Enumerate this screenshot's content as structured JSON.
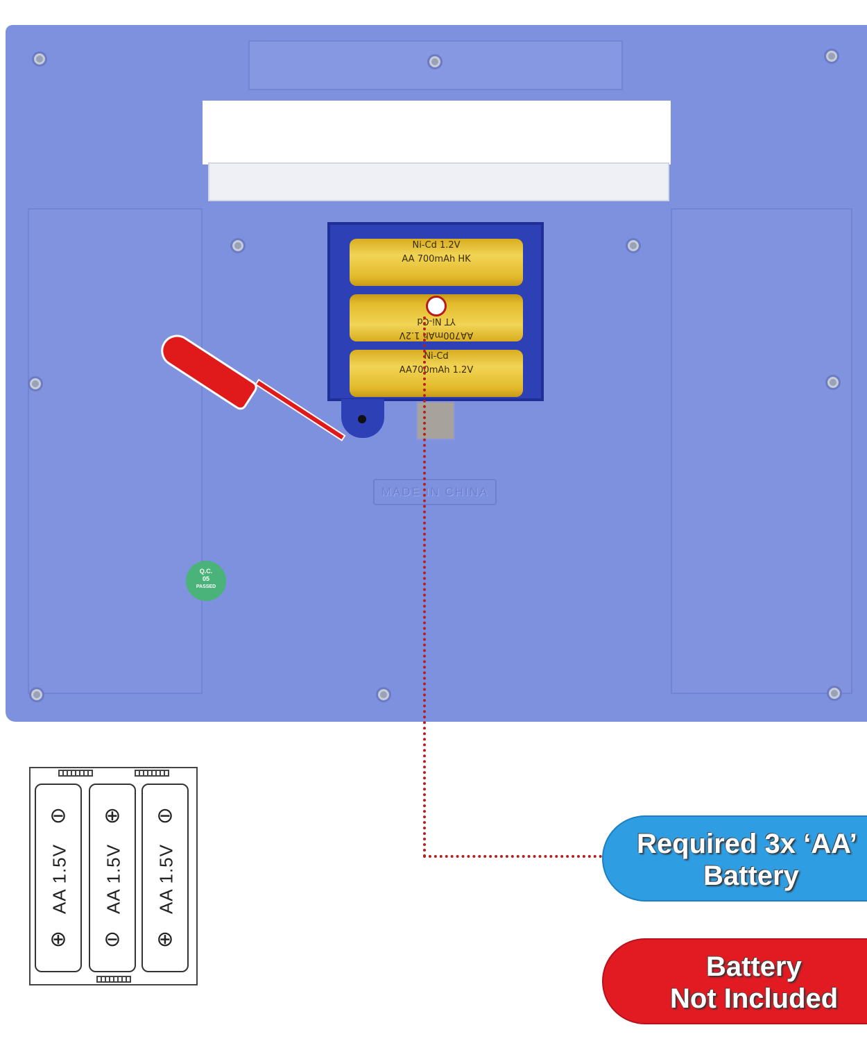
{
  "product": {
    "batteries_installed": [
      {
        "line1": "Ni-Cd 1.2V",
        "line2": "AA 700mAh HK"
      },
      {
        "line1": "AA700mAh 1.2V",
        "line2": "YT Ni-Cd"
      },
      {
        "line1": "Ni-Cd",
        "line2": "AA700mAh 1.2V"
      }
    ],
    "embossed_text": "MADE IN CHINA",
    "qc_sticker": {
      "line1": "Q.C.",
      "line2": "05",
      "line3": "PASSED"
    }
  },
  "diagram": {
    "cells": [
      {
        "label": "AA 1.5V",
        "top": "⊖",
        "bottom": "⊕"
      },
      {
        "label": "AA 1.5V",
        "top": "⊕",
        "bottom": "⊖"
      },
      {
        "label": "AA 1.5V",
        "top": "⊖",
        "bottom": "⊕"
      }
    ]
  },
  "callouts": {
    "required": {
      "line1": "Required 3x ‘AA’",
      "line2": "Battery",
      "color": "#2f9de2"
    },
    "not_included": {
      "line1": "Battery",
      "line2": "Not Included",
      "color": "#e21b23"
    }
  },
  "colors": {
    "device": "#7e91de",
    "bay": "#2d40b5",
    "battery": "#e8c23a",
    "pointer": "#b52020"
  }
}
